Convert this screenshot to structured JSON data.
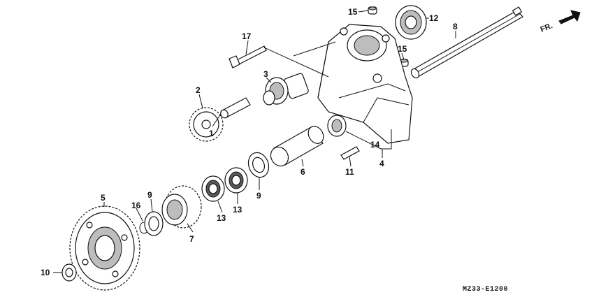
{
  "diagram_code": "MZ33-E1200",
  "direction_label": "FR.",
  "callouts": {
    "p1": "1",
    "p2": "2",
    "p3": "3",
    "p4": "4",
    "p5": "5",
    "p6": "6",
    "p7": "7",
    "p8": "8",
    "p9a": "9",
    "p9b": "9",
    "p10": "10",
    "p11": "11",
    "p12": "12",
    "p13a": "13",
    "p13b": "13",
    "p14": "14",
    "p15a": "15",
    "p15b": "15",
    "p16": "16",
    "p17": "17"
  },
  "colors": {
    "line": "#111111",
    "shade": "#bdbdbd",
    "dark": "#5a5a5a"
  }
}
